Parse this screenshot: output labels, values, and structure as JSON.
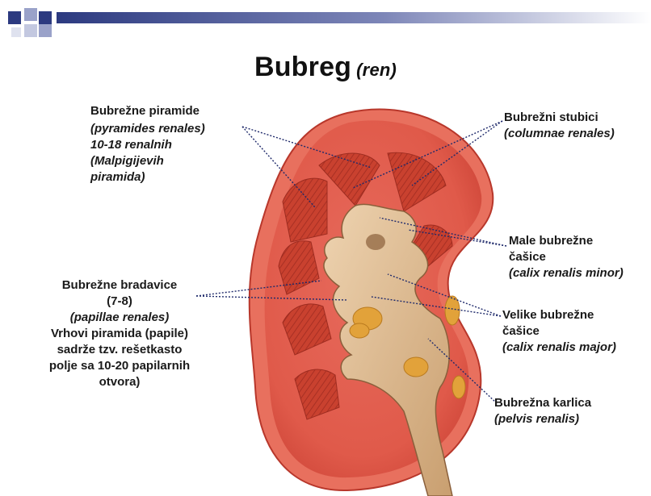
{
  "title": {
    "main": "Bubreg",
    "latin": "(ren)"
  },
  "labels": {
    "pyramids": {
      "line1": "Bubrežne piramide",
      "line2": "(pyramides renales)",
      "line3": "10-18 renalnih",
      "line4": "(Malpigijevih",
      "line5": "piramida)"
    },
    "columns": {
      "line1": "Bubrežni stubici",
      "line2": "(columnae renales)"
    },
    "minor_calyces": {
      "line1": "Male bubrežne",
      "line2": "čašice",
      "line3": "(calix renalis minor)"
    },
    "papillae": {
      "line1": "Bubrežne bradavice",
      "line2": "(7-8)",
      "line3": "(papillae renales)",
      "line4": "Vrhovi piramida (papile)",
      "line5": "sadrže tzv. rešetkasto",
      "line6": "polje sa 10-20 papilarnih",
      "line7": "otvora)"
    },
    "major_calyces": {
      "line1": "Velike bubrežne",
      "line2": "čašice",
      "line3": "(calix renalis major)"
    },
    "pelvis": {
      "line1": "Bubrežna karlica",
      "line2": "(pelvis renalis)"
    }
  },
  "colors": {
    "cortex": "#e0584a",
    "medulla": "#c8402f",
    "capsule": "#ec7a6a",
    "calyx": "#d9b58a",
    "fat": "#e2a23a",
    "leader": "#1f2a6b",
    "header": "#2c3a80"
  }
}
